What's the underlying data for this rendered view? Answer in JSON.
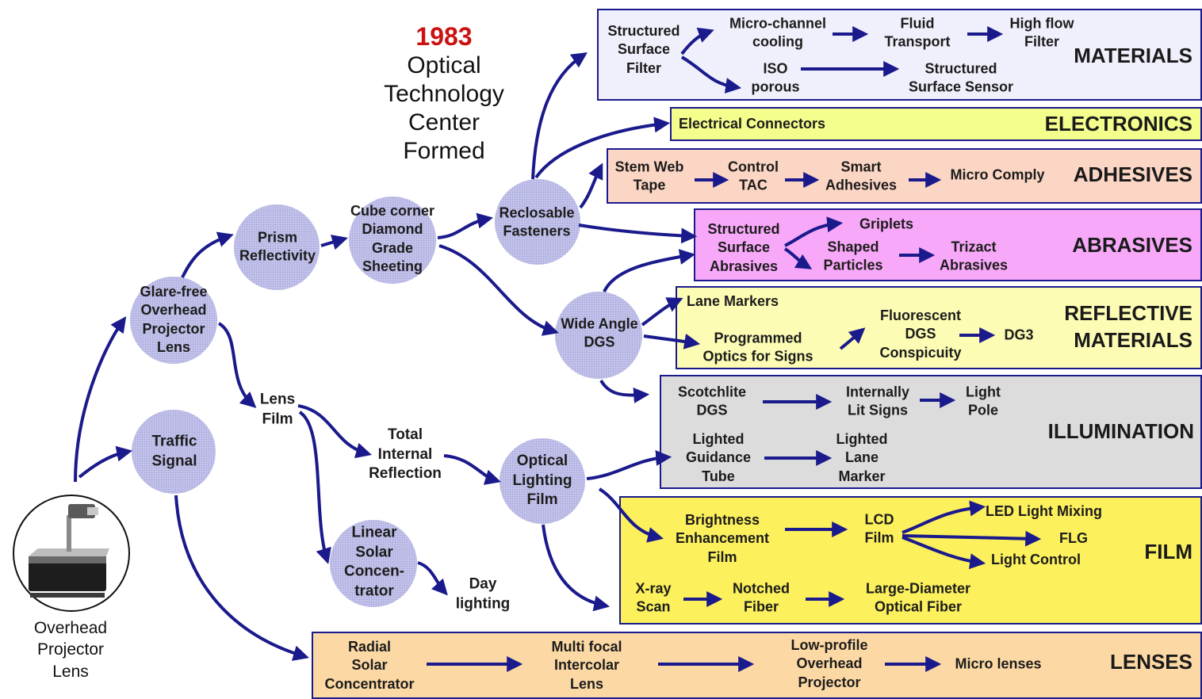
{
  "header": {
    "year": "1983",
    "title": "Optical\nTechnology\nCenter\nFormed"
  },
  "colors": {
    "arrow": "#1a1a8c",
    "circle": "#c9c9ee",
    "box_border": "#1a1a8c"
  },
  "root": {
    "label": "Overhead\nProjector\nLens",
    "icon": "overhead-projector-icon"
  },
  "nodes": {
    "glare_free": "Glare-free\nOverhead\nProjector\nLens",
    "traffic_signal": "Traffic\nSignal",
    "prism_reflectivity": "Prism\nReflectivity",
    "cube_corner": "Cube corner\nDiamond\nGrade\nSheeting",
    "reclosable_fasteners": "Reclosable\nFasteners",
    "wide_angle_dgs": "Wide Angle\nDGS",
    "lens_film": "Lens\nFilm",
    "total_internal_reflection": "Total\nInternal\nReflection",
    "optical_lighting_film": "Optical\nLighting\nFilm",
    "linear_solar_concentrator": "Linear\nSolar\nConcen-\ntrator",
    "day_lighting": "Day\nlighting"
  },
  "categories": {
    "materials": {
      "name": "MATERIALS",
      "color": "#f0f0fc",
      "items": [
        "Structured\nSurface\nFilter",
        "Micro-channel\ncooling",
        "Fluid\nTransport",
        "High flow\nFilter",
        "ISO\nporous",
        "Structured\nSurface Sensor"
      ]
    },
    "electronics": {
      "name": "ELECTRONICS",
      "color": "#f4fe8c",
      "items": [
        "Electrical Connectors"
      ]
    },
    "adhesives": {
      "name": "ADHESIVES",
      "color": "#fcd6c4",
      "items": [
        "Stem Web\nTape",
        "Control\nTAC",
        "Smart\nAdhesives",
        "Micro Comply"
      ]
    },
    "abrasives": {
      "name": "ABRASIVES",
      "color": "#f8a8f8",
      "items": [
        "Structured\nSurface\nAbrasives",
        "Griplets",
        "Shaped\nParticles",
        "Trizact\nAbrasives"
      ]
    },
    "reflective": {
      "name": "REFLECTIVE\nMATERIALS",
      "color": "#fcfcb4",
      "items": [
        "Lane Markers",
        "Programmed\nOptics for Signs",
        "Fluorescent\nDGS\nConspicuity",
        "DG3"
      ]
    },
    "illumination": {
      "name": "ILLUMINATION",
      "color": "#dcdcdc",
      "items": [
        "Scotchlite\nDGS",
        "Internally\nLit Signs",
        "Light\nPole",
        "Lighted\nGuidance\nTube",
        "Lighted\nLane\nMarker"
      ]
    },
    "film": {
      "name": "FILM",
      "color": "#fcf05c",
      "items": [
        "Brightness\nEnhancement\nFilm",
        "LCD\nFilm",
        "LED Light Mixing",
        "FLG",
        "Light Control",
        "X-ray\nScan",
        "Notched\nFiber",
        "Large-Diameter\nOptical Fiber"
      ]
    },
    "lenses": {
      "name": "LENSES",
      "color": "#fcd8a4",
      "items": [
        "Radial\nSolar\nConcentrator",
        "Multi focal\nIntercolar\nLens",
        "Low-profile\nOverhead\nProjector",
        "Micro lenses"
      ]
    }
  }
}
